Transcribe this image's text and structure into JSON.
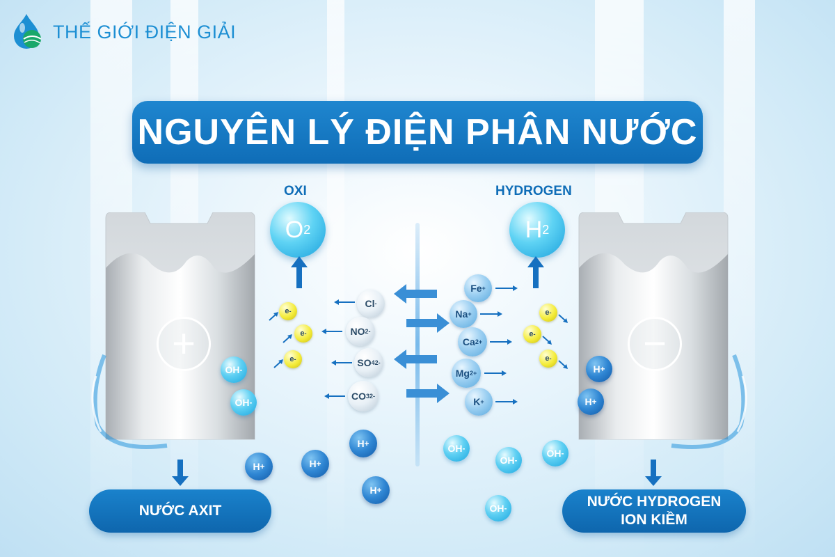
{
  "brand": {
    "name": "THẾ GIỚI ĐIỆN GIẢI"
  },
  "title": "NGUYÊN LÝ ĐIỆN PHÂN NƯỚC",
  "gas_labels": {
    "left": "OXI",
    "right": "HYDROGEN"
  },
  "gases": {
    "left": {
      "symbol": "O",
      "sub": "2"
    },
    "right": {
      "symbol": "H",
      "sub": "2"
    }
  },
  "electrodes": {
    "anode_sign": "+",
    "cathode_sign": "−"
  },
  "results": {
    "left": "NƯỚC AXIT",
    "right_line1": "NƯỚC HYDROGEN",
    "right_line2": "ION KIỀM"
  },
  "anions": [
    {
      "base": "Cl",
      "sub": "",
      "sup": "-"
    },
    {
      "base": "NO",
      "sub": "2",
      "sup": "-"
    },
    {
      "base": "SO",
      "sub": "4",
      "sup": "2-"
    },
    {
      "base": "CO",
      "sub": "3",
      "sup": "2-"
    }
  ],
  "cations": [
    {
      "base": "Fe",
      "sup": "+"
    },
    {
      "base": "Na",
      "sup": "+"
    },
    {
      "base": "Ca",
      "sup": "2+"
    },
    {
      "base": "Mg",
      "sup": "2+"
    },
    {
      "base": "K",
      "sup": "+"
    }
  ],
  "electron": {
    "base": "e",
    "sup": "-"
  },
  "h_ion": {
    "base": "H",
    "sup": "+"
  },
  "oh_ion": {
    "base": "OH",
    "sup": "-"
  },
  "colors": {
    "primary": "#0f6db7",
    "accent_cyan": "#1aa6df",
    "electron_yellow": "#f4ec3a"
  }
}
